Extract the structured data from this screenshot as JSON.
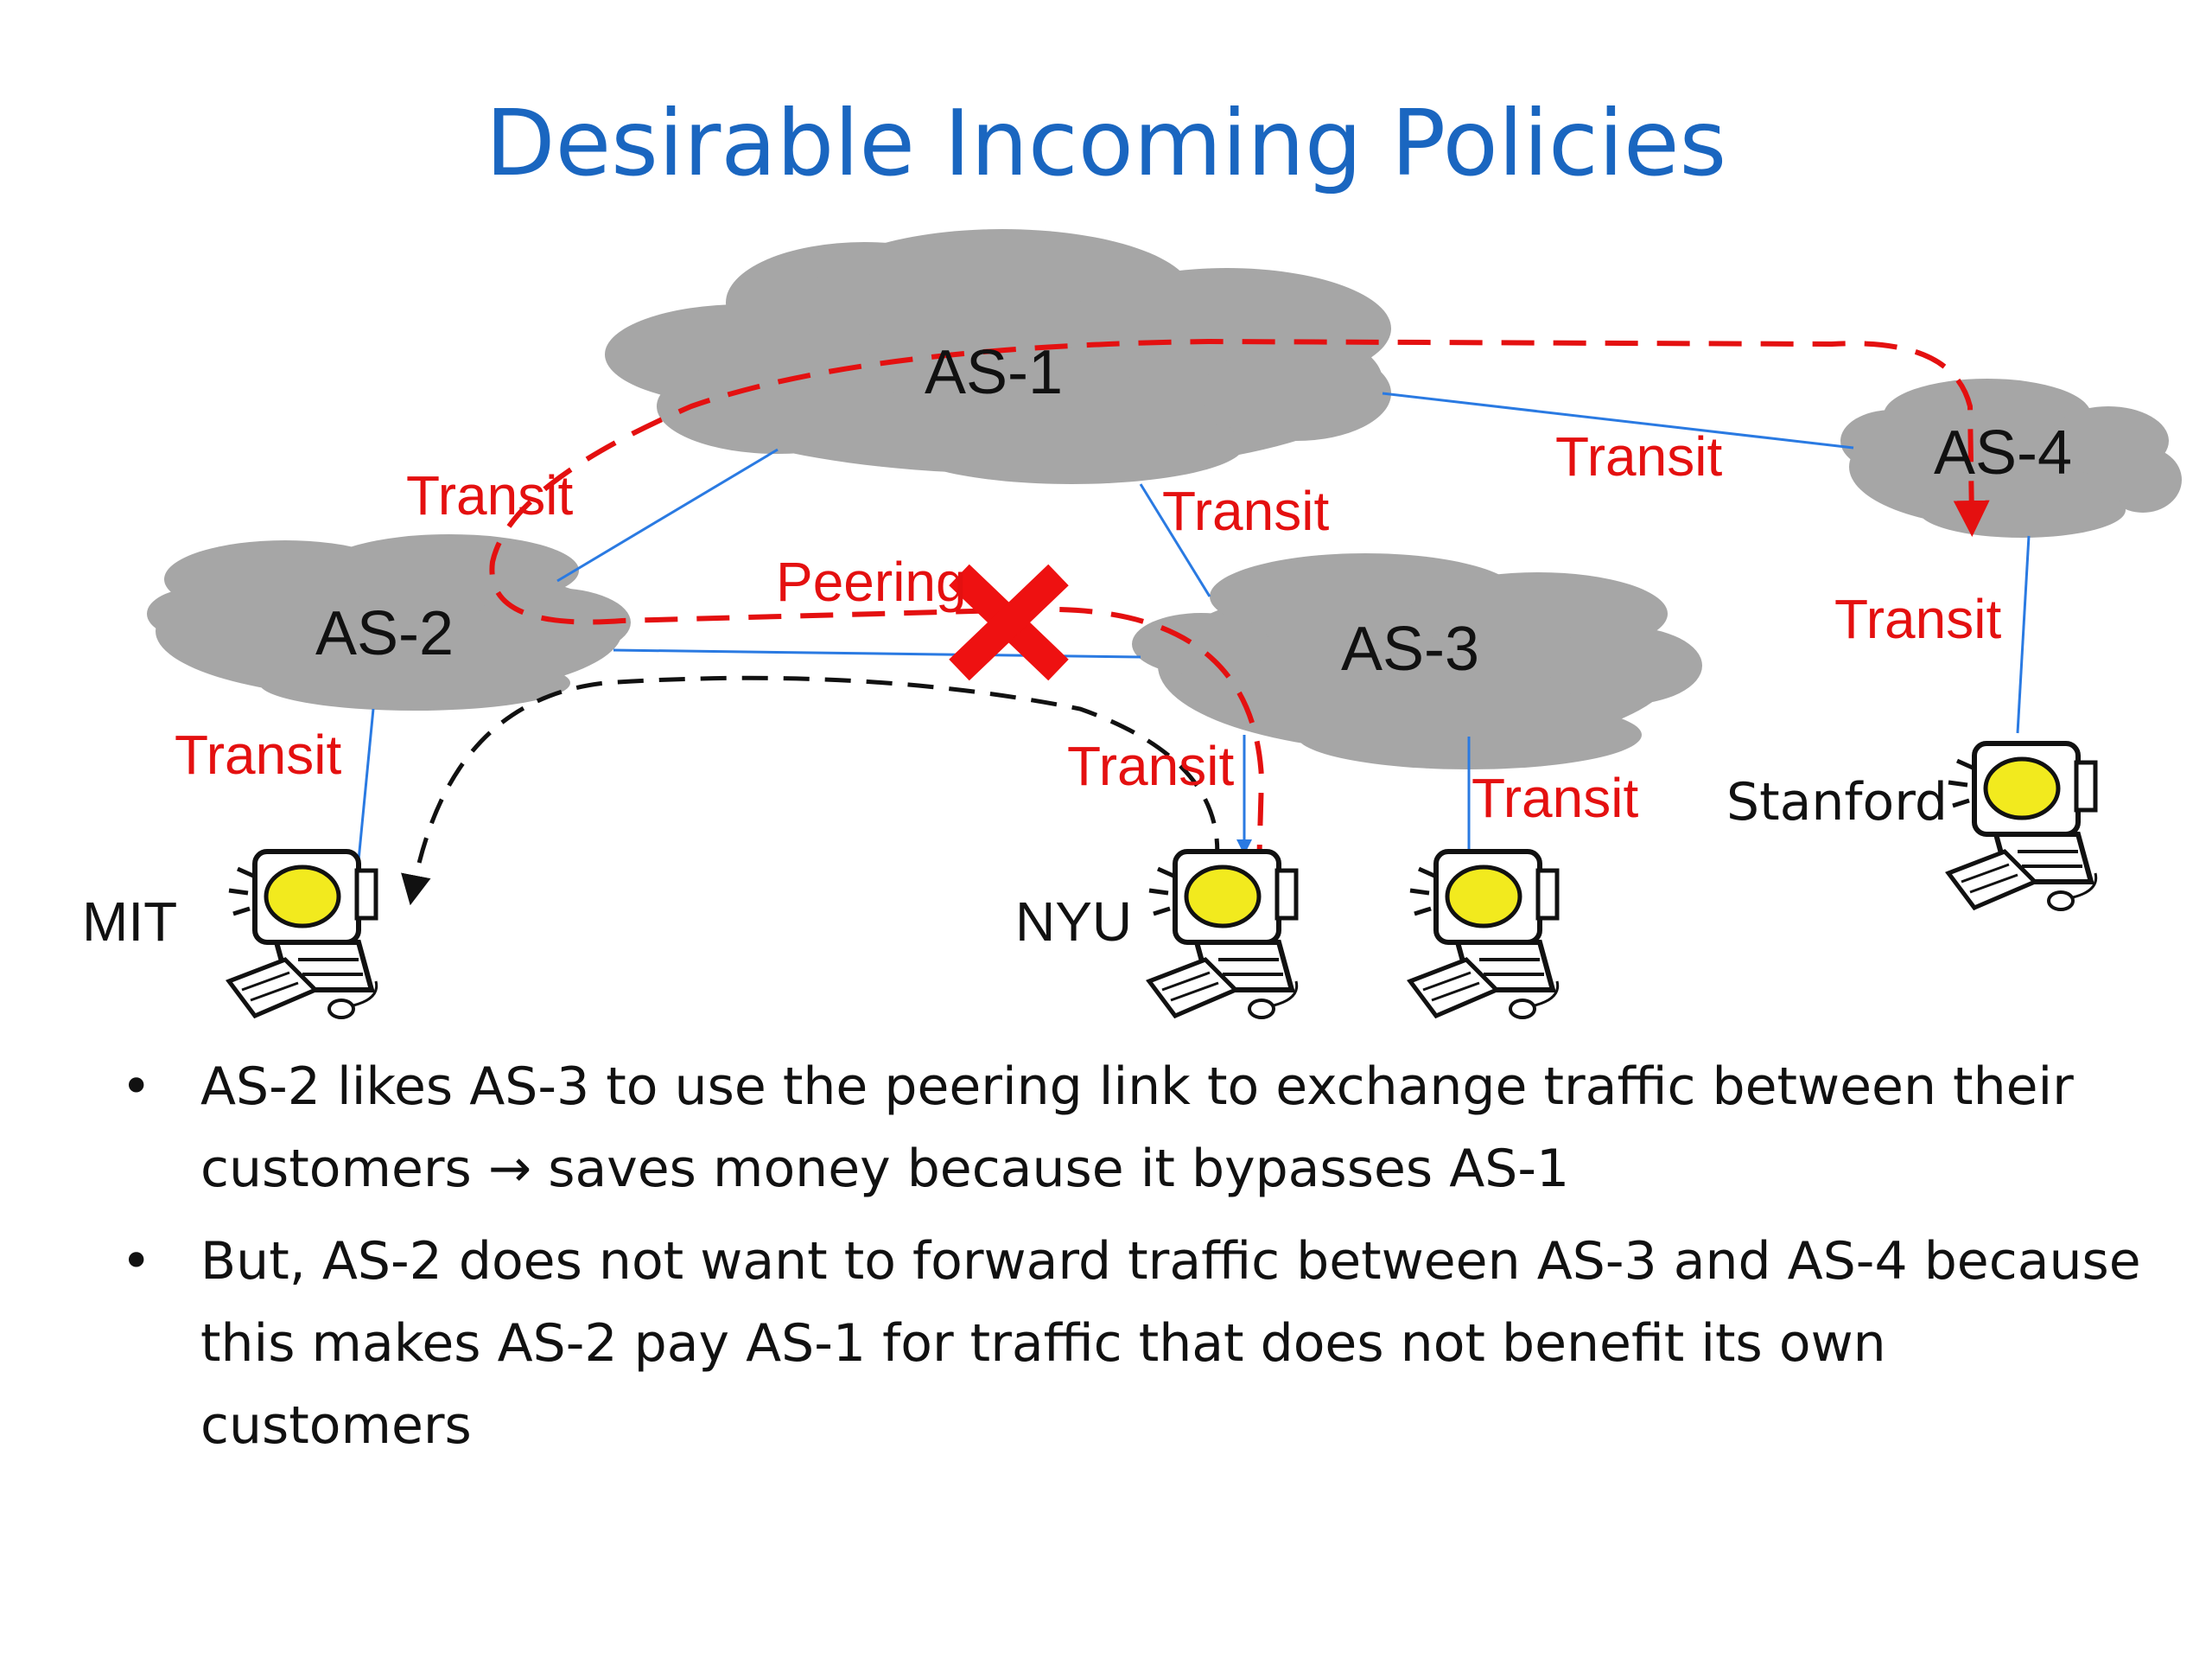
{
  "title": "Desirable Incoming Policies",
  "nodes": {
    "as1": "AS-1",
    "as2": "AS-2",
    "as3": "AS-3",
    "as4": "AS-4"
  },
  "hosts": {
    "mit": "MIT",
    "nyu": "NYU",
    "stanford": "Stanford"
  },
  "edge_labels": {
    "as1_as2": "Transit",
    "as1_as3": "Transit",
    "as1_as4": "Transit",
    "as2_as3": "Peering",
    "as2_mit": "Transit",
    "as3_nyu": "Transit",
    "as3_host": "Transit",
    "as4_stanford": "Transit"
  },
  "bullets": [
    {
      "before": "AS-2 likes AS-3 to use the peering link to exchange traffic between their customers ",
      "arrow": "→",
      "after": " saves money because it bypasses AS-1"
    },
    {
      "before": "But, AS-2 does not want to forward traffic between AS-3 and AS-4 because this makes AS-2 pay AS-1 for traffic that does not benefit its own customers",
      "arrow": "",
      "after": ""
    }
  ],
  "colors": {
    "title": "#1a66c0",
    "cloud": "#a6a6a6",
    "link": "#2a7ae2",
    "label": "#e41010",
    "blocked_path": "#e41010",
    "allowed_path": "#111111",
    "cross": "#ee1111"
  }
}
